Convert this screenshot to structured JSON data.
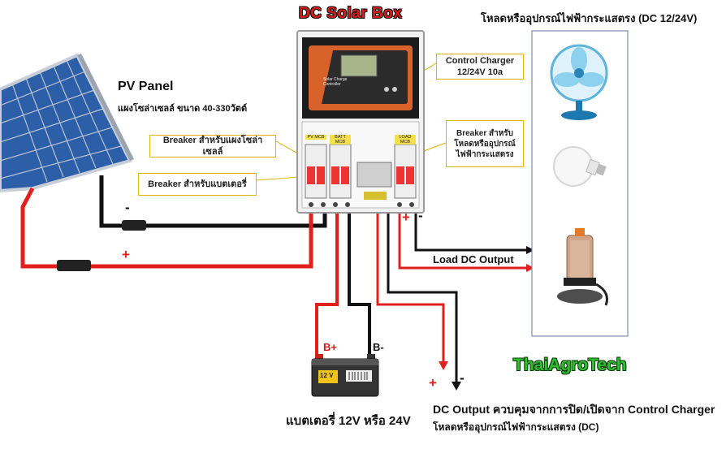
{
  "title": "DC Solar Box",
  "loads_header": "โหลดหรืออุปกรณ์ไฟฟ้ากระแสตรง (DC 12/24V)",
  "pv": {
    "title": "PV Panel",
    "subtitle": "แผงโซล่าเซลล์ ขนาด 40-330วัตต์"
  },
  "labels": {
    "charger": "Control  Charger\n12/24V 10a",
    "breaker_pv": "Breaker สำหรับแผงโซล่าเซลล์",
    "breaker_batt": "Breaker สำหรับแบตเตอรี่",
    "breaker_load": "Breaker สำหรับ\nโหลดหรืออุปกรณ์\nไฟฟ้ากระแสตรง"
  },
  "box_tags": {
    "pv_mcb": "PV MCB",
    "batt_mcb": "BATT MCB",
    "load_mcb": "LOAD MCB",
    "controller_text": "Solar Charge Controller"
  },
  "load_output": "Load DC Output",
  "battery": {
    "pos": "B+",
    "neg": "B-",
    "caption": "แบตเตอรี่ 12V หรือ 24V",
    "label": "12 V"
  },
  "signs": {
    "plus": "+",
    "minus": "-"
  },
  "dc_output": {
    "line1": "DC Output ควบคุมจากการปิด/เปิดจาก Control Charger",
    "line2": "โหลดหรืออุปกรณ์ไฟฟ้ากระแสตรง (DC)"
  },
  "brand": "ThaiAgroTech",
  "colors": {
    "positive_wire": "#e0201c",
    "negative_wire": "#111111",
    "title_red": "#e01a1a",
    "brand_green": "#2fbf2f",
    "callout_border": "#e0b300"
  }
}
